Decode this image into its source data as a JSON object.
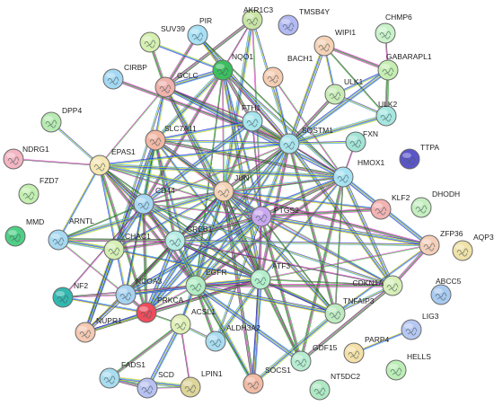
{
  "colors": {
    "edge_palette": [
      "#d62ec0",
      "#2b2bd8",
      "#3b3b3b",
      "#c8d400",
      "#22aa22",
      "#2c9fd8"
    ],
    "node_border": "#6a6a6a"
  },
  "nodes": [
    {
      "id": "AKR1C3",
      "label": "AKR1C3",
      "color": "#c9e4a4",
      "icon": "protein-structure-icon"
    },
    {
      "id": "TMSB4Y",
      "label": "TMSB4Y",
      "color": "#b3b9f2",
      "icon": "protein-structure-icon"
    },
    {
      "id": "CHMP6",
      "label": "CHMP6",
      "color": "#c9f2c9",
      "icon": "protein-structure-icon"
    },
    {
      "id": "PIR",
      "label": "PIR",
      "color": "#a8e0f5",
      "icon": "protein-structure-icon"
    },
    {
      "id": "SUV39H1",
      "label": "SUV39",
      "color": "#d6f0b0",
      "icon": "protein-structure-icon"
    },
    {
      "id": "NQO1",
      "label": "NQO1",
      "color": "#3cbf5e",
      "icon": "protein-structure-icon"
    },
    {
      "id": "WIPI1",
      "label": "WIPI1",
      "color": "#f5d2b6",
      "icon": "protein-structure-icon"
    },
    {
      "id": "GABARAPL1",
      "label": "GABARAPL1",
      "color": "#c6eeb2",
      "icon": "protein-structure-icon"
    },
    {
      "id": "BACH1",
      "label": "BACH1",
      "color": "#f5cdb3",
      "icon": "protein-structure-icon"
    },
    {
      "id": "CIRBP",
      "label": "CIRBP",
      "color": "#a5d9f3",
      "icon": "protein-structure-icon"
    },
    {
      "id": "GCLC",
      "label": "GCLC",
      "color": "#f0b2ac",
      "icon": "protein-structure-icon"
    },
    {
      "id": "ULK1",
      "label": "ULK1",
      "color": "#c9ecb7",
      "icon": "protein-structure-icon"
    },
    {
      "id": "ULK2",
      "label": "ULK2",
      "color": "#a6e6e0",
      "icon": "protein-structure-icon"
    },
    {
      "id": "FTH1",
      "label": "FTH1",
      "color": "#a7e6ec",
      "icon": "protein-structure-icon"
    },
    {
      "id": "DPP4",
      "label": "DPP4",
      "color": "#b7ebb1",
      "icon": "protein-structure-icon"
    },
    {
      "id": "SLC7A11",
      "label": "SLC7A11",
      "color": "#f2b8a4",
      "icon": "protein-structure-icon"
    },
    {
      "id": "SQSTM1",
      "label": "SQSTM1",
      "color": "#a9e3ec",
      "icon": "protein-structure-icon"
    },
    {
      "id": "FXN",
      "label": "FXN",
      "color": "#a4e4d6",
      "icon": "protein-structure-icon"
    },
    {
      "id": "TTPA",
      "label": "TTPA",
      "color": "#5a55c9",
      "icon": "protein-structure-icon"
    },
    {
      "id": "NDRG1",
      "label": "NDRG1",
      "color": "#f4b6c2",
      "icon": "protein-structure-icon"
    },
    {
      "id": "EPAS1",
      "label": "EPAS1",
      "color": "#f6e7b4",
      "icon": "protein-structure-icon"
    },
    {
      "id": "HMOX1",
      "label": "HMOX1",
      "color": "#a6e2f2",
      "icon": "protein-structure-icon"
    },
    {
      "id": "FZD7",
      "label": "FZD7",
      "color": "#c3efb0",
      "icon": "protein-structure-icon"
    },
    {
      "id": "JUN",
      "label": "JUN",
      "color": "#f5d3b6",
      "icon": "protein-structure-icon"
    },
    {
      "id": "CD44",
      "label": "CD44",
      "color": "#a8d7f3",
      "icon": "protein-structure-icon"
    },
    {
      "id": "PTGS2",
      "label": "PTGS2",
      "color": "#c9a8f0",
      "icon": "protein-structure-icon"
    },
    {
      "id": "KLF2",
      "label": "KLF2",
      "color": "#f3b3b3",
      "icon": "protein-structure-icon"
    },
    {
      "id": "DHODH",
      "label": "DHODH",
      "color": "#c5efc0",
      "icon": "protein-structure-icon"
    },
    {
      "id": "MMD",
      "label": "MMD",
      "color": "#4fcf86",
      "icon": "protein-structure-icon"
    },
    {
      "id": "ARNTL",
      "label": "ARNTL",
      "color": "#a8d9f1",
      "icon": "protein-structure-icon"
    },
    {
      "id": "CHAC1",
      "label": "CHAC1",
      "color": "#d6efb5",
      "icon": "protein-structure-icon"
    },
    {
      "id": "CREB1",
      "label": "CREB1",
      "color": "#b5ece4",
      "icon": "protein-structure-icon"
    },
    {
      "id": "ZFP36",
      "label": "ZFP36",
      "color": "#f5cfb9",
      "icon": "protein-structure-icon"
    },
    {
      "id": "AQP3",
      "label": "AQP3",
      "color": "#f0e2a8",
      "icon": "protein-structure-icon"
    },
    {
      "id": "ATF3",
      "label": "ATF3",
      "color": "#b4efcc",
      "icon": "protein-structure-icon"
    },
    {
      "id": "CDKN1A",
      "label": "CDKN1A",
      "color": "#d8efb9",
      "icon": "protein-structure-icon"
    },
    {
      "id": "ABCC5",
      "label": "ABCC5",
      "color": "#a9caf0",
      "icon": "protein-structure-icon"
    },
    {
      "id": "NF2",
      "label": "NF2",
      "color": "#33b8b0",
      "icon": "protein-structure-icon"
    },
    {
      "id": "NCOA3",
      "label": "NCOA3",
      "color": "#a7d2f1",
      "icon": "protein-structure-icon"
    },
    {
      "id": "EGFR",
      "label": "EGFR",
      "color": "#b3ecc4",
      "icon": "protein-structure-icon"
    },
    {
      "id": "TNFAIP3",
      "label": "TNFAIP3",
      "color": "#bfeac0",
      "icon": "protein-structure-icon"
    },
    {
      "id": "PRKCA",
      "label": "PRKCA",
      "color": "#ee4c5c",
      "icon": "protein-structure-icon"
    },
    {
      "id": "NUPR1",
      "label": "NUPR1",
      "color": "#f5c9b2",
      "icon": "protein-structure-icon"
    },
    {
      "id": "ACSL1",
      "label": "ACSL1",
      "color": "#e0efb5",
      "icon": "protein-structure-icon"
    },
    {
      "id": "ALDH3A2",
      "label": "ALDH3A2",
      "color": "#a9dcf0",
      "icon": "protein-structure-icon"
    },
    {
      "id": "LIG3",
      "label": "LIG3",
      "color": "#b6c8f2",
      "icon": "protein-structure-icon"
    },
    {
      "id": "PARP4",
      "label": "PARP4",
      "color": "#f4e0a8",
      "icon": "protein-structure-icon"
    },
    {
      "id": "GDF15",
      "label": "GDF15",
      "color": "#b6ecd0",
      "icon": "protein-structure-icon"
    },
    {
      "id": "FADS1",
      "label": "FADS1",
      "color": "#a9dcef",
      "icon": "protein-structure-icon"
    },
    {
      "id": "HELLS",
      "label": "HELLS",
      "color": "#bdeeb7",
      "icon": "protein-structure-icon"
    },
    {
      "id": "SOCS1",
      "label": "SOCS1",
      "color": "#f2bba6",
      "icon": "protein-structure-icon"
    },
    {
      "id": "SCD",
      "label": "SCD",
      "color": "#b8c2f2",
      "icon": "protein-structure-icon"
    },
    {
      "id": "LPIN1",
      "label": "LPIN1",
      "color": "#ded59a",
      "icon": "protein-structure-icon"
    },
    {
      "id": "NT5DC2",
      "label": "NT5DC2",
      "color": "#aee9c4",
      "icon": "protein-structure-icon"
    }
  ],
  "edges": [
    [
      "AKR1C3",
      "NQO1"
    ],
    [
      "AKR1C3",
      "SQSTM1"
    ],
    [
      "AKR1C3",
      "GCLC"
    ],
    [
      "AKR1C3",
      "JUN"
    ],
    [
      "AKR1C3",
      "PTGS2"
    ],
    [
      "PIR",
      "NQO1"
    ],
    [
      "PIR",
      "GCLC"
    ],
    [
      "PIR",
      "SQSTM1"
    ],
    [
      "PIR",
      "HMOX1"
    ],
    [
      "SUV39H1",
      "NQO1"
    ],
    [
      "SUV39H1",
      "GCLC"
    ],
    [
      "NQO1",
      "GCLC"
    ],
    [
      "NQO1",
      "SQSTM1"
    ],
    [
      "NQO1",
      "HMOX1"
    ],
    [
      "NQO1",
      "FTH1"
    ],
    [
      "NQO1",
      "SLC7A11"
    ],
    [
      "NQO1",
      "JUN"
    ],
    [
      "NQO1",
      "PTGS2"
    ],
    [
      "NQO1",
      "CD44"
    ],
    [
      "NQO1",
      "ATF3"
    ],
    [
      "NQO1",
      "EGFR"
    ],
    [
      "GCLC",
      "SLC7A11"
    ],
    [
      "GCLC",
      "SQSTM1"
    ],
    [
      "GCLC",
      "HMOX1"
    ],
    [
      "GCLC",
      "FTH1"
    ],
    [
      "GCLC",
      "CHAC1"
    ],
    [
      "GCLC",
      "ATF3"
    ],
    [
      "GCLC",
      "JUN"
    ],
    [
      "GCLC",
      "EPAS1"
    ],
    [
      "WIPI1",
      "ULK1"
    ],
    [
      "WIPI1",
      "GABARAPL1"
    ],
    [
      "WIPI1",
      "SQSTM1"
    ],
    [
      "WIPI1",
      "ULK2"
    ],
    [
      "GABARAPL1",
      "ULK1"
    ],
    [
      "GABARAPL1",
      "ULK2"
    ],
    [
      "GABARAPL1",
      "SQSTM1"
    ],
    [
      "GABARAPL1",
      "CHMP6"
    ],
    [
      "ULK1",
      "ULK2"
    ],
    [
      "ULK1",
      "SQSTM1"
    ],
    [
      "ULK2",
      "SQSTM1"
    ],
    [
      "BACH1",
      "HMOX1"
    ],
    [
      "BACH1",
      "SQSTM1"
    ],
    [
      "CIRBP",
      "SQSTM1"
    ],
    [
      "FTH1",
      "SQSTM1"
    ],
    [
      "FTH1",
      "HMOX1"
    ],
    [
      "FTH1",
      "SLC7A11"
    ],
    [
      "FTH1",
      "JUN"
    ],
    [
      "FTH1",
      "CD44"
    ],
    [
      "FTH1",
      "PTGS2"
    ],
    [
      "SLC7A11",
      "SQSTM1"
    ],
    [
      "SLC7A11",
      "HMOX1"
    ],
    [
      "SLC7A11",
      "CD44"
    ],
    [
      "SLC7A11",
      "CHAC1"
    ],
    [
      "SLC7A11",
      "ATF3"
    ],
    [
      "SLC7A11",
      "JUN"
    ],
    [
      "SLC7A11",
      "PTGS2"
    ],
    [
      "SLC7A11",
      "NCOA3"
    ],
    [
      "SLC7A11",
      "EGFR"
    ],
    [
      "SLC7A11",
      "CREB1"
    ],
    [
      "SLC7A11",
      "NUPR1"
    ],
    [
      "SQSTM1",
      "HMOX1"
    ],
    [
      "SQSTM1",
      "FXN"
    ],
    [
      "SQSTM1",
      "JUN"
    ],
    [
      "SQSTM1",
      "PTGS2"
    ],
    [
      "SQSTM1",
      "CD44"
    ],
    [
      "SQSTM1",
      "EGFR"
    ],
    [
      "SQSTM1",
      "ATF3"
    ],
    [
      "SQSTM1",
      "CDKN1A"
    ],
    [
      "SQSTM1",
      "CREB1"
    ],
    [
      "SQSTM1",
      "EPAS1"
    ],
    [
      "SQSTM1",
      "TNFAIP3"
    ],
    [
      "SQSTM1",
      "PRKCA"
    ],
    [
      "FXN",
      "HMOX1"
    ],
    [
      "HMOX1",
      "JUN"
    ],
    [
      "HMOX1",
      "PTGS2"
    ],
    [
      "HMOX1",
      "EPAS1"
    ],
    [
      "HMOX1",
      "CD44"
    ],
    [
      "HMOX1",
      "ATF3"
    ],
    [
      "HMOX1",
      "EGFR"
    ],
    [
      "HMOX1",
      "CDKN1A"
    ],
    [
      "HMOX1",
      "TNFAIP3"
    ],
    [
      "HMOX1",
      "CREB1"
    ],
    [
      "HMOX1",
      "GDF15"
    ],
    [
      "HMOX1",
      "ZFP36"
    ],
    [
      "NDRG1",
      "EPAS1"
    ],
    [
      "DPP4",
      "EPAS1"
    ],
    [
      "EPAS1",
      "CD44"
    ],
    [
      "EPAS1",
      "JUN"
    ],
    [
      "EPAS1",
      "PTGS2"
    ],
    [
      "EPAS1",
      "ARNTL"
    ],
    [
      "EPAS1",
      "EGFR"
    ],
    [
      "EPAS1",
      "CREB1"
    ],
    [
      "EPAS1",
      "ATF3"
    ],
    [
      "EPAS1",
      "NCOA3"
    ],
    [
      "EPAS1",
      "PRKCA"
    ],
    [
      "JUN",
      "PTGS2"
    ],
    [
      "JUN",
      "CD44"
    ],
    [
      "JUN",
      "CREB1"
    ],
    [
      "JUN",
      "ATF3"
    ],
    [
      "JUN",
      "EGFR"
    ],
    [
      "JUN",
      "CDKN1A"
    ],
    [
      "JUN",
      "KLF2"
    ],
    [
      "JUN",
      "ZFP36"
    ],
    [
      "JUN",
      "TNFAIP3"
    ],
    [
      "JUN",
      "GDF15"
    ],
    [
      "JUN",
      "CHAC1"
    ],
    [
      "JUN",
      "NCOA3"
    ],
    [
      "JUN",
      "PRKCA"
    ],
    [
      "JUN",
      "NUPR1"
    ],
    [
      "JUN",
      "ACSL1"
    ],
    [
      "JUN",
      "SOCS1"
    ],
    [
      "JUN",
      "ARNTL"
    ],
    [
      "CD44",
      "PTGS2"
    ],
    [
      "CD44",
      "CREB1"
    ],
    [
      "CD44",
      "EGFR"
    ],
    [
      "CD44",
      "ATF3"
    ],
    [
      "CD44",
      "ARNTL"
    ],
    [
      "CD44",
      "NCOA3"
    ],
    [
      "CD44",
      "PRKCA"
    ],
    [
      "CD44",
      "CHAC1"
    ],
    [
      "CD44",
      "NF2"
    ],
    [
      "CD44",
      "CDKN1A"
    ],
    [
      "PTGS2",
      "CREB1"
    ],
    [
      "PTGS2",
      "EGFR"
    ],
    [
      "PTGS2",
      "ATF3"
    ],
    [
      "PTGS2",
      "CDKN1A"
    ],
    [
      "PTGS2",
      "KLF2"
    ],
    [
      "PTGS2",
      "ZFP36"
    ],
    [
      "PTGS2",
      "TNFAIP3"
    ],
    [
      "PTGS2",
      "PRKCA"
    ],
    [
      "PTGS2",
      "GDF15"
    ],
    [
      "PTGS2",
      "NCOA3"
    ],
    [
      "PTGS2",
      "SOCS1"
    ],
    [
      "PTGS2",
      "ALDH3A2"
    ],
    [
      "ARNTL",
      "CREB1"
    ],
    [
      "ARNTL",
      "CHAC1"
    ],
    [
      "ARNTL",
      "NCOA3"
    ],
    [
      "CHAC1",
      "ATF3"
    ],
    [
      "CHAC1",
      "CREB1"
    ],
    [
      "CHAC1",
      "NUPR1"
    ],
    [
      "CREB1",
      "EGFR"
    ],
    [
      "CREB1",
      "ATF3"
    ],
    [
      "CREB1",
      "NCOA3"
    ],
    [
      "CREB1",
      "PRKCA"
    ],
    [
      "CREB1",
      "CDKN1A"
    ],
    [
      "CREB1",
      "ZFP36"
    ],
    [
      "CREB1",
      "TNFAIP3"
    ],
    [
      "CREB1",
      "SOCS1"
    ],
    [
      "ZFP36",
      "ATF3"
    ],
    [
      "ZFP36",
      "TNFAIP3"
    ],
    [
      "ZFP36",
      "CDKN1A"
    ],
    [
      "ATF3",
      "EGFR"
    ],
    [
      "ATF3",
      "CDKN1A"
    ],
    [
      "ATF3",
      "TNFAIP3"
    ],
    [
      "ATF3",
      "GDF15"
    ],
    [
      "ATF3",
      "SOCS1"
    ],
    [
      "ATF3",
      "PRKCA"
    ],
    [
      "ATF3",
      "NCOA3"
    ],
    [
      "ATF3",
      "NUPR1"
    ],
    [
      "ATF3",
      "ALDH3A2"
    ],
    [
      "EGFR",
      "PRKCA"
    ],
    [
      "EGFR",
      "NCOA3"
    ],
    [
      "EGFR",
      "CDKN1A"
    ],
    [
      "EGFR",
      "TNFAIP3"
    ],
    [
      "EGFR",
      "SOCS1"
    ],
    [
      "EGFR",
      "ACSL1"
    ],
    [
      "EGFR",
      "ALDH3A2"
    ],
    [
      "EGFR",
      "GDF15"
    ],
    [
      "EGFR",
      "NF2"
    ],
    [
      "CDKN1A",
      "TNFAIP3"
    ],
    [
      "CDKN1A",
      "GDF15"
    ],
    [
      "TNFAIP3",
      "SOCS1"
    ],
    [
      "NF2",
      "NCOA3"
    ],
    [
      "NF2",
      "PRKCA"
    ],
    [
      "NCOA3",
      "PRKCA"
    ],
    [
      "NCOA3",
      "NUPR1"
    ],
    [
      "PRKCA",
      "ACSL1"
    ],
    [
      "PRKCA",
      "NUPR1"
    ],
    [
      "ACSL1",
      "FADS1"
    ],
    [
      "ACSL1",
      "SCD"
    ],
    [
      "ACSL1",
      "LPIN1"
    ],
    [
      "ACSL1",
      "ALDH3A2"
    ],
    [
      "FADS1",
      "SCD"
    ],
    [
      "FADS1",
      "LPIN1"
    ],
    [
      "SCD",
      "LPIN1"
    ],
    [
      "LIG3",
      "PARP4"
    ]
  ]
}
